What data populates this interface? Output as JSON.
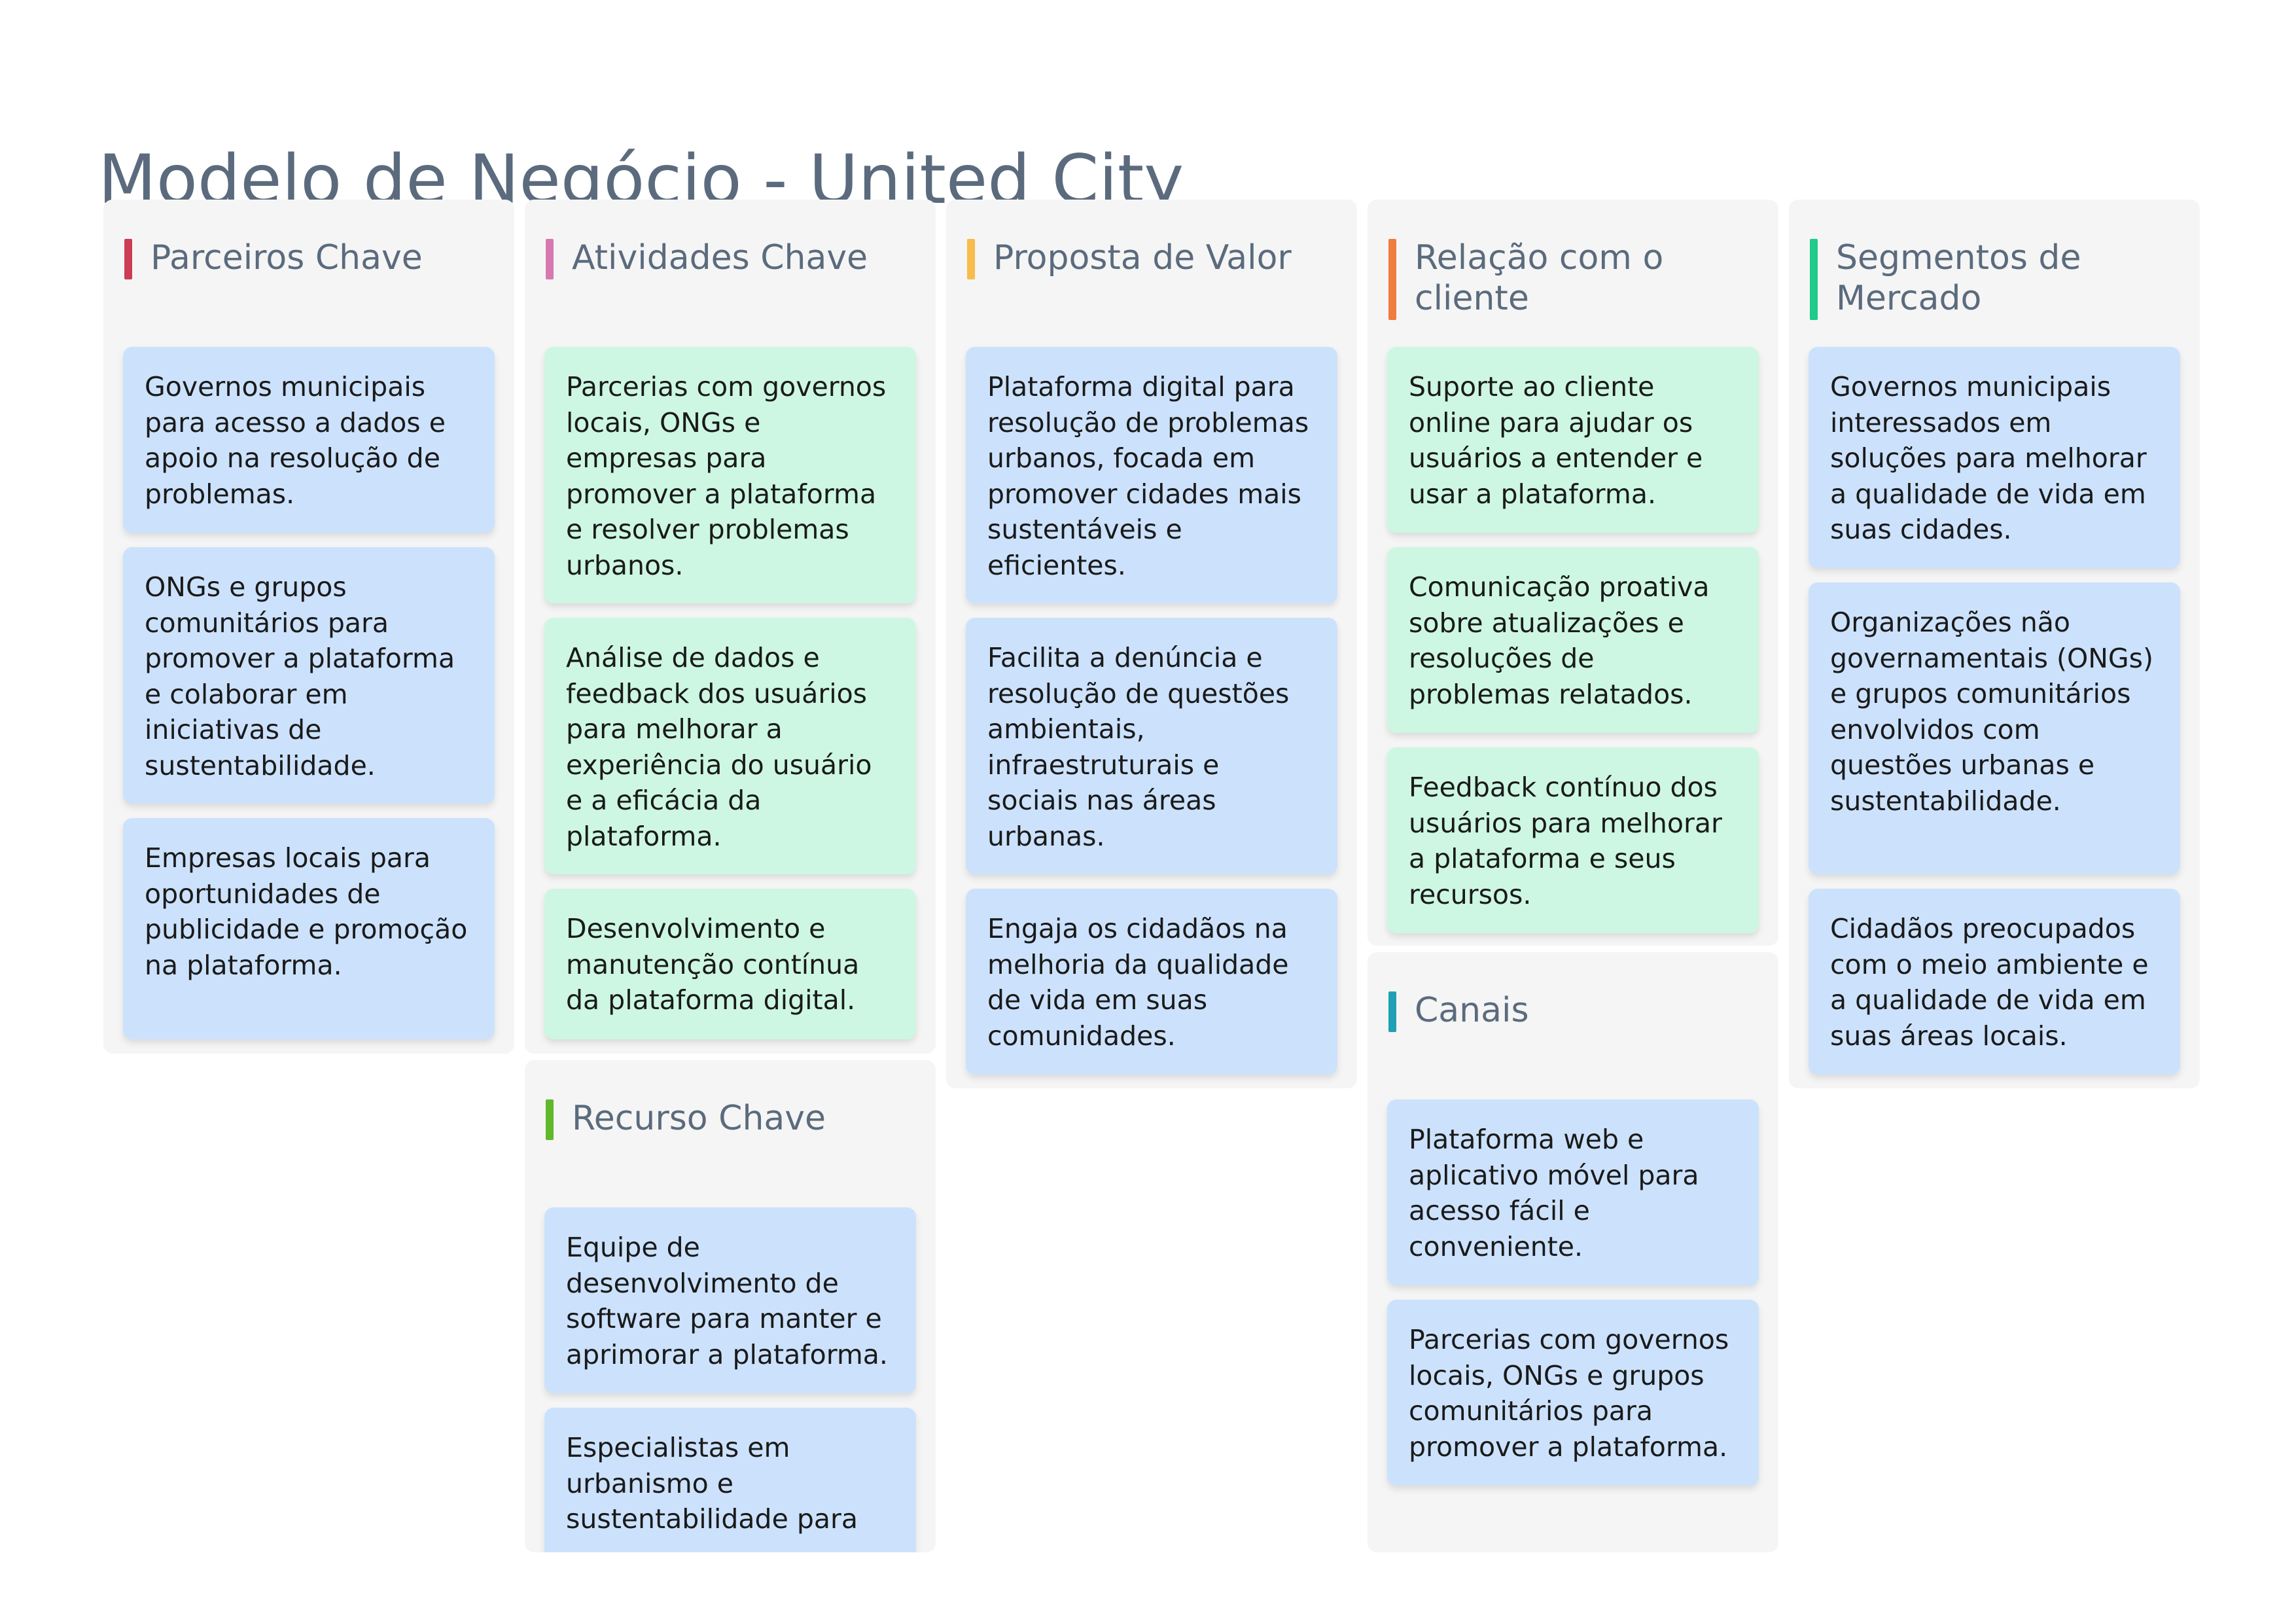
{
  "title": "Modelo de Negócio - United City",
  "colors": {
    "parceiros_accent": "#cc3d55",
    "atividades_accent": "#d779b0",
    "proposta_accent": "#f8bc4c",
    "relacao_accent": "#f07c3f",
    "segmentos_accent": "#1fca8a",
    "canais_accent": "#1fa0b5",
    "recurso_accent": "#60b82a",
    "card_blue": "#cce2fc",
    "card_green": "#cdf7e3",
    "panel_bg": "#f5f5f5"
  },
  "sections": {
    "parceiros": {
      "title": "Parceiros Chave",
      "cards": [
        "Governos municipais para acesso a dados e apoio na resolução de problemas.",
        "ONGs e grupos comunitários para promover a plataforma e colaborar em iniciativas de sustentabilidade.",
        "Empresas locais para oportunidades de publicidade e promoção na plataforma."
      ]
    },
    "atividades": {
      "title": "Atividades Chave",
      "cards": [
        "Parcerias com governos locais, ONGs e empresas para promover a plataforma e resolver problemas urbanos.",
        "Análise de dados e feedback dos usuários para melhorar a experiência do usuário e a eficácia da plataforma.",
        "Desenvolvimento e manutenção contínua da plataforma digital."
      ]
    },
    "recurso": {
      "title": "Recurso Chave",
      "cards": [
        "Equipe de desenvolvimento de software para manter e aprimorar a plataforma.",
        "Especialistas em urbanismo e sustentabilidade para"
      ]
    },
    "proposta": {
      "title": "Proposta de Valor",
      "cards": [
        "Plataforma digital para resolução de problemas urbanos, focada em promover cidades mais sustentáveis e eficientes.",
        "Facilita a denúncia e resolução de questões ambientais, infraestruturais e sociais nas áreas urbanas.",
        "Engaja os cidadãos na melhoria da qualidade de vida em suas comunidades."
      ]
    },
    "relacao": {
      "title": "Relação com o cliente",
      "cards": [
        "Suporte ao cliente online para ajudar os usuários a entender e usar a plataforma.",
        "Comunicação proativa sobre atualizações e resoluções de problemas relatados.",
        "Feedback contínuo dos usuários para melhorar a plataforma e seus recursos."
      ]
    },
    "canais": {
      "title": "Canais",
      "cards": [
        "Plataforma web e aplicativo móvel para acesso fácil e conveniente.",
        "Parcerias com governos locais, ONGs e grupos comunitários para promover a plataforma."
      ]
    },
    "segmentos": {
      "title": "Segmentos de Mercado",
      "cards": [
        "Governos municipais interessados em soluções para melhorar a qualidade de vida em suas cidades.",
        "Organizações não governamentais (ONGs) e grupos comunitários envolvidos com questões urbanas e sustentabilidade.",
        "Cidadãos preocupados com o meio ambiente e a qualidade de vida em suas áreas locais."
      ]
    }
  }
}
